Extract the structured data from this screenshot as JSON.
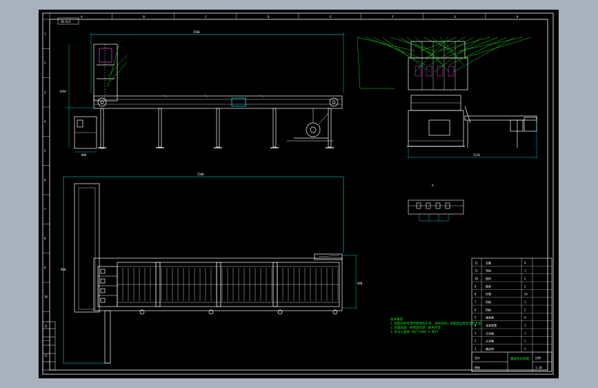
{
  "app": {
    "name": "CAD drawing viewer",
    "background_color": "#a9b1bd",
    "sheet_color": "#000000",
    "line_colors": {
      "frame": "#ffffff",
      "dimension": "#00ffff",
      "leader": "#19e619",
      "accent": "#ff40ff"
    }
  },
  "drawing": {
    "sheet_tag": "X0-0/4",
    "dims": {
      "top_length": "2500",
      "plan_length": "2500",
      "side_height": "1450",
      "side_width": "800",
      "end_width": "1120",
      "plan_width": "600",
      "plan_side": "900"
    },
    "views": {
      "side_view": "side elevation",
      "end_view": "end elevation",
      "plan_view": "plan view",
      "detail_view": "detail view"
    },
    "detail_label": "A",
    "border_marks_left": [
      "1",
      "2",
      "3",
      "4",
      "5",
      "6",
      "7",
      "8",
      "9",
      "10",
      "11",
      "12"
    ],
    "border_marks_top": [
      "A",
      "B",
      "C",
      "D",
      "E",
      "F",
      "G",
      "H"
    ],
    "notes": [
      "技术要求",
      "1.装配前所有零件需清洗干净，去除毛刺；装配后运转灵活无卡滞",
      "2.表面处理：除锈后喷漆，颜色另定",
      "3.未注公差按 GB/T1804-m 执行"
    ],
    "parts_table": {
      "rows": [
        [
          "12",
          "支腿",
          "4"
        ],
        [
          "11",
          "电机",
          "1"
        ],
        [
          "10",
          "链轮",
          "2"
        ],
        [
          "9",
          "链条",
          "2"
        ],
        [
          "8",
          "托辊",
          "14"
        ],
        [
          "7",
          "机架",
          "1"
        ],
        [
          "6",
          "挡板",
          "2"
        ],
        [
          "5",
          "轴承座",
          "4"
        ],
        [
          "4",
          "张紧装置",
          "1"
        ],
        [
          "3",
          "主动轴",
          "1"
        ],
        [
          "2",
          "从动轴",
          "1"
        ],
        [
          "1",
          "输送带",
          "1"
        ]
      ],
      "title_block": [
        "输送机总装图",
        "设计",
        "审核",
        "比例",
        "1:10"
      ]
    }
  }
}
